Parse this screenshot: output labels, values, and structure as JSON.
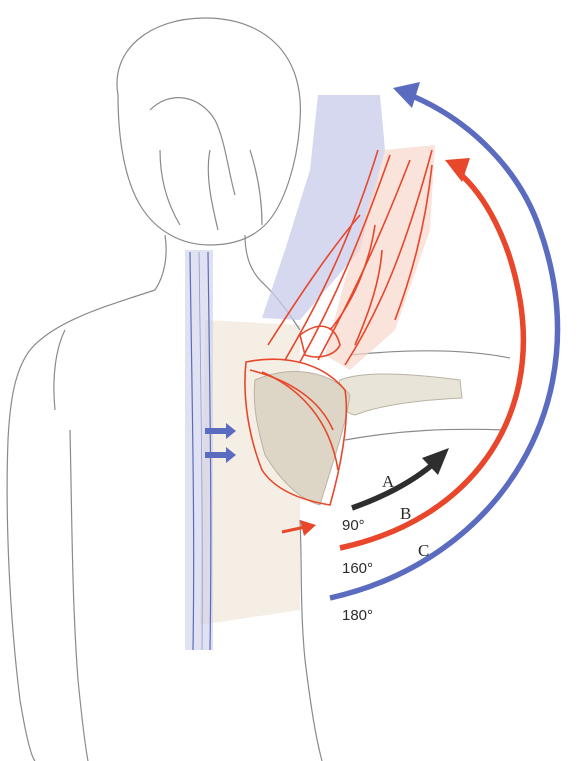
{
  "diagram": {
    "arcs": [
      {
        "letter": "A",
        "angle_label": "90°",
        "color": "#2e2e2e"
      },
      {
        "letter": "B",
        "angle_label": "160°",
        "color": "#e8472b"
      },
      {
        "letter": "C",
        "angle_label": "180°",
        "color": "#5b6bbf"
      }
    ],
    "colors": {
      "outline": "#8a8a8a",
      "scapula": "#e8472b",
      "spine": "#5b6bbf",
      "bone_fill": "#e9e4d8",
      "muscle_blue": "#c7cbe8",
      "muscle_red": "#f6d7cc"
    }
  }
}
